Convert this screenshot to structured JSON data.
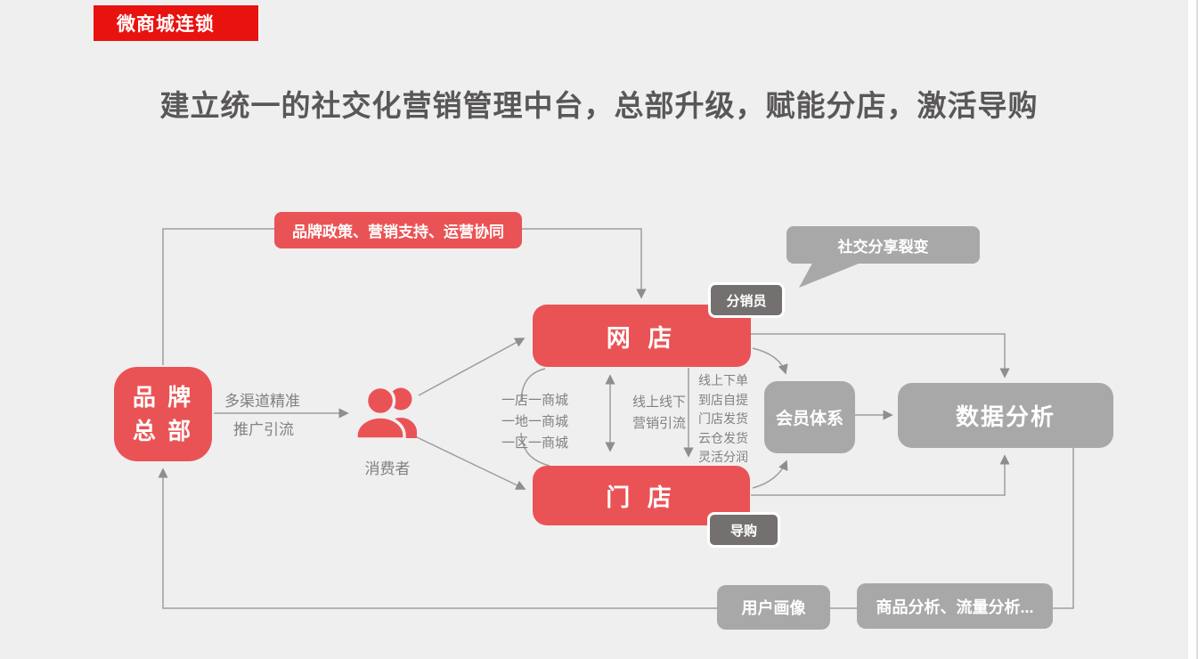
{
  "badge": {
    "label": "微商城连锁"
  },
  "title": "建立统一的社交化营销管理中台，总部升级，赋能分店，激活导购",
  "colors": {
    "red_bright": "#e8120f",
    "red": "#ea5355",
    "gray": "#a9a8a8",
    "dark_gray": "#757070",
    "line": "#9e9d9d",
    "text_gray": "#828080",
    "title": "#595757",
    "bg": "#f0eff0"
  },
  "icons": {
    "consumer": "two-people-silhouette"
  },
  "diagram": {
    "nodes": {
      "hq_line1": "品 牌",
      "hq_line2": "总 部",
      "online_store": "网 店",
      "offline_store": "门 店",
      "member_system": "会员体系",
      "data_analytics": "数据分析",
      "user_profile": "用户画像",
      "product_traffic": "商品分析、流量分析..."
    },
    "tags": {
      "distributor": "分销员",
      "guide": "导购"
    },
    "banners": {
      "policy": "品牌政策、营销支持、运营协同",
      "social": "社交分享裂变"
    },
    "labels": {
      "consumer": "消费者",
      "channel_line1": "多渠道精准",
      "channel_line2": "推广引流",
      "mall_modes": [
        "一店一商城",
        "一地一商城",
        "一区一商城"
      ],
      "online_offline": [
        "线上线下",
        "营销引流"
      ],
      "fulfillment": [
        "线上下单",
        "到店自提",
        "门店发货",
        "云仓发货",
        "灵活分润"
      ]
    }
  }
}
